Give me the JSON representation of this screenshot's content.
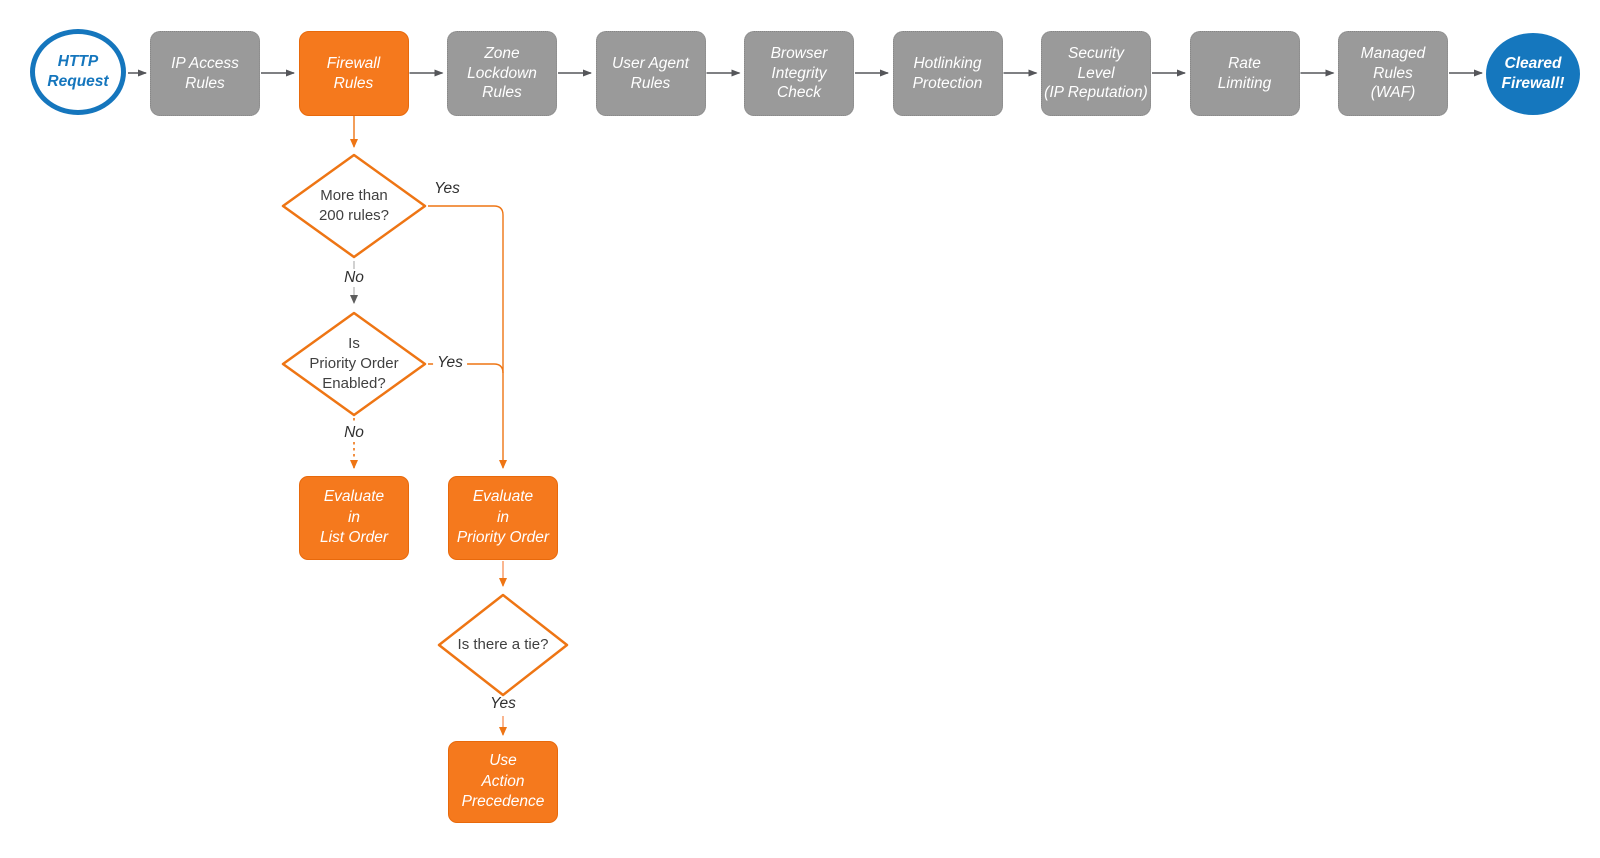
{
  "flow": {
    "start": {
      "label": "HTTP\nRequest"
    },
    "stages": [
      {
        "label": "IP Access\nRules",
        "highlighted": false
      },
      {
        "label": "Firewall\nRules",
        "highlighted": true
      },
      {
        "label": "Zone\nLockdown\nRules",
        "highlighted": false
      },
      {
        "label": "User Agent\nRules",
        "highlighted": false
      },
      {
        "label": "Browser\nIntegrity\nCheck",
        "highlighted": false
      },
      {
        "label": "Hotlinking\nProtection",
        "highlighted": false
      },
      {
        "label": "Security\nLevel\n(IP Reputation)",
        "highlighted": false
      },
      {
        "label": "Rate\nLimiting",
        "highlighted": false
      },
      {
        "label": "Managed\nRules\n(WAF)",
        "highlighted": false
      }
    ],
    "end": {
      "label": "Cleared\nFirewall!"
    }
  },
  "decisions": {
    "rules_count": {
      "question": "More than\n200 rules?",
      "yes": "Yes",
      "no": "No"
    },
    "priority_enabled": {
      "question": "Is\nPriority Order\nEnabled?",
      "yes": "Yes",
      "no": "No"
    },
    "tie": {
      "question": "Is there a tie?",
      "yes": "Yes"
    }
  },
  "actions": {
    "list_order": {
      "label": "Evaluate\nin\nList Order"
    },
    "priority_order": {
      "label": "Evaluate\nin\nPriority Order"
    },
    "action_precedence": {
      "label": "Use\nAction\nPrecedence"
    }
  },
  "colors": {
    "orange": "#f5791d",
    "orange_border": "#e8690b",
    "orange_line": "#ee7514",
    "salmon_line": "#f8a474",
    "gray_node": "#9a9a9a",
    "blue": "#1576bd",
    "dark_arrow": "#55565a",
    "gray_line": "#bdbdbd",
    "diamond_text": "#404040",
    "background": "#ffffff"
  }
}
